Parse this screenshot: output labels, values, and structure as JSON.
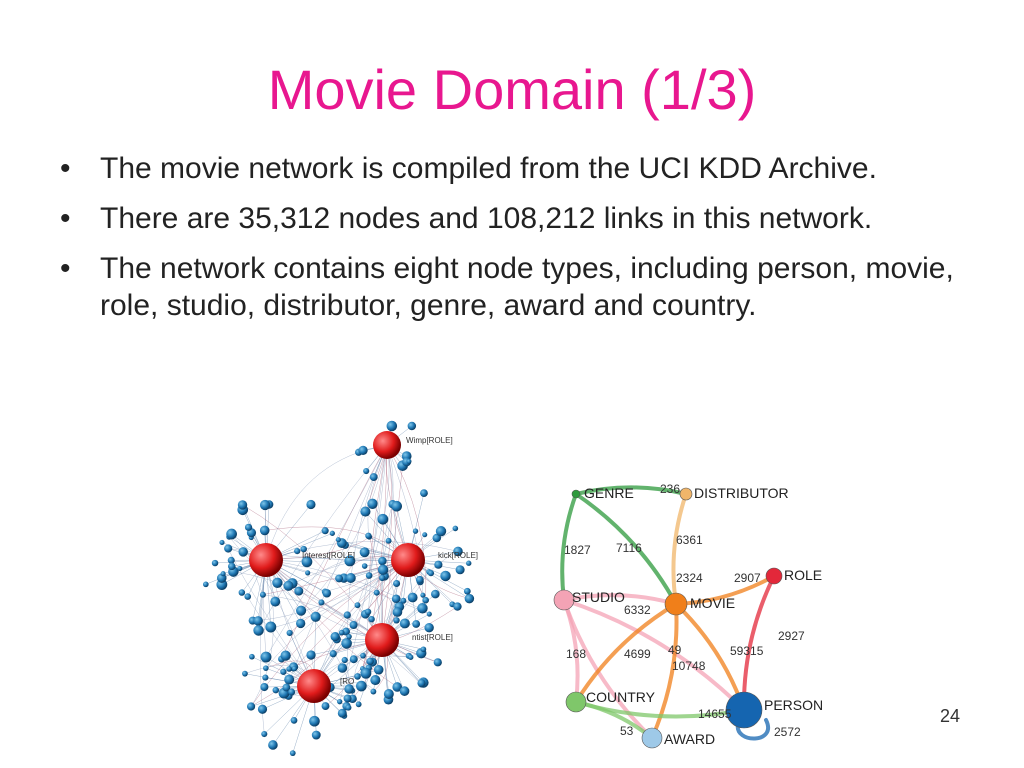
{
  "slide": {
    "title": "Movie Domain (1/3)",
    "bullets": [
      "The movie network is compiled from the UCI KDD Archive.",
      "There are 35,312 nodes and 108,212 links in this network.",
      "The network contains eight node types, including person, movie, role, studio, distributor, genre, award and country."
    ],
    "page_number": "24"
  },
  "network_graph": {
    "hub_labels": [
      "Wimp[ROLE]",
      "Interest[ROLE]",
      "kick[ROLE]",
      "ntist[ROLE]",
      "[RO"
    ]
  },
  "schema_graph": {
    "nodes": [
      {
        "id": "genre",
        "label": "GENRE",
        "color": "#2e9a3c"
      },
      {
        "id": "distributor",
        "label": "DISTRIBUTOR",
        "color": "#f0b56a"
      },
      {
        "id": "studio",
        "label": "STUDIO",
        "color": "#f4a3b5"
      },
      {
        "id": "movie",
        "label": "MOVIE",
        "color": "#f07f1a"
      },
      {
        "id": "role",
        "label": "ROLE",
        "color": "#e3283a"
      },
      {
        "id": "country",
        "label": "COUNTRY",
        "color": "#7fc76a"
      },
      {
        "id": "person",
        "label": "PERSON",
        "color": "#1565b0"
      },
      {
        "id": "award",
        "label": "AWARD",
        "color": "#9ec9e8"
      }
    ],
    "edges": [
      {
        "from": "genre",
        "to": "distributor",
        "weight": "236"
      },
      {
        "from": "genre",
        "to": "studio",
        "weight": "1827"
      },
      {
        "from": "genre",
        "to": "movie",
        "weight": "7116"
      },
      {
        "from": "distributor",
        "to": "movie",
        "weight": "6361"
      },
      {
        "from": "studio",
        "to": "movie",
        "weight": "2324"
      },
      {
        "from": "movie",
        "to": "role",
        "weight": "2907"
      },
      {
        "from": "studio",
        "to": "person",
        "weight": "6332"
      },
      {
        "from": "role",
        "to": "person",
        "weight": "2927"
      },
      {
        "from": "studio",
        "to": "country",
        "weight": "168"
      },
      {
        "from": "studio",
        "to": "award",
        "weight": "4699"
      },
      {
        "from": "movie",
        "to": "award",
        "weight": "49"
      },
      {
        "from": "movie",
        "to": "country",
        "weight": "10748"
      },
      {
        "from": "movie",
        "to": "person",
        "weight": "59315"
      },
      {
        "from": "country",
        "to": "person",
        "weight": "14655"
      },
      {
        "from": "country",
        "to": "award",
        "weight": "53"
      },
      {
        "from": "person",
        "to": "person",
        "weight": "2572"
      }
    ]
  }
}
